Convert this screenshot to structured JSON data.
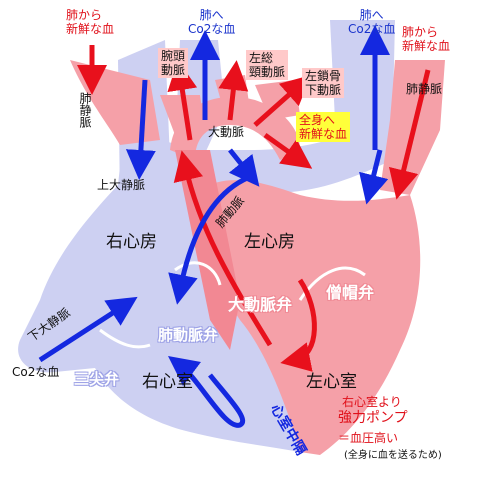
{
  "labels": {
    "pv_left_top": "肺から\n新鮮な血",
    "pa_left_top": "肺へ\nCo2な血",
    "pa_right_top": "肺へ\nCo2な血",
    "pv_right_top": "肺から\n新鮮な血",
    "brachiocephalic": "腕頭\n動脈",
    "left_carotid": "左総\n頸動脈",
    "left_subclavian": "左鎖骨\n下動脈",
    "to_body": "全身へ\n新鮮な血",
    "pulm_vein_left": "肺静脈",
    "pulm_vein_right": "肺静脈",
    "aorta": "大動脈",
    "svc": "上大静脈",
    "pulm_artery": "肺動脈",
    "right_atrium": "右心房",
    "left_atrium": "左心房",
    "aortic_valve": "大動脈弁",
    "mitral_valve": "僧帽弁",
    "pulmonary_valve": "肺動脈弁",
    "ivc": "下大静脈",
    "co2_blood": "Co2な血",
    "tricuspid_valve": "三尖弁",
    "right_ventricle": "右心室",
    "left_ventricle": "左心室",
    "septum": "心室中隔",
    "note_line1": "右心室より",
    "note_line2": "強力ポンプ",
    "note_line3": "＝血圧高い",
    "note_line4": "(全身に血を送るため)"
  },
  "colors": {
    "oxygenated": "#f5a0a8",
    "oxygenated_dark": "#f28893",
    "deoxygenated": "#cdd0f2",
    "deoxygenated_dark": "#b8bced",
    "red_arrow": "#e8101c",
    "blue_arrow": "#1428e0"
  }
}
